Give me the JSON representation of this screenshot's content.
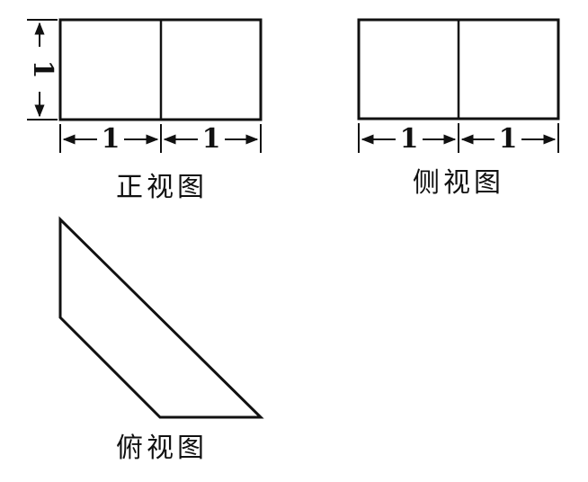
{
  "views": {
    "front": {
      "title": "正视图",
      "height_label": "1",
      "width_labels": [
        "1",
        "1"
      ]
    },
    "side": {
      "title": "侧视图",
      "width_labels": [
        "1",
        "1"
      ]
    },
    "top": {
      "title": "俯视图"
    }
  },
  "colors": {
    "line": "#111111",
    "background": "#ffffff"
  }
}
